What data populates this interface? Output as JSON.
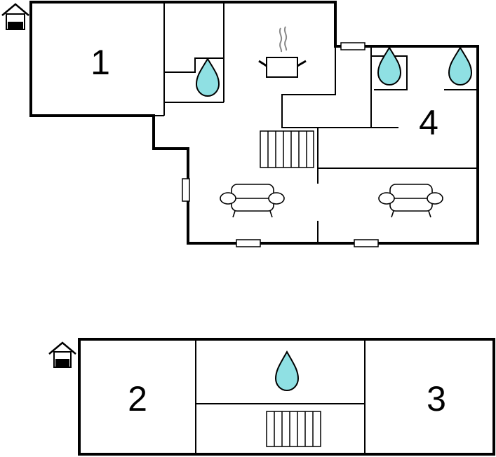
{
  "plan": {
    "rooms": [
      {
        "id": "room-1",
        "label": "1"
      },
      {
        "id": "room-4",
        "label": "4"
      },
      {
        "id": "room-2",
        "label": "2"
      },
      {
        "id": "room-3",
        "label": "3"
      }
    ],
    "icons": {
      "entrance": "house-entrance-icon",
      "bathroom": "water-drop-icon",
      "kitchen": "cooking-pot-icon",
      "stairs": "staircase-icon",
      "living": "sofa-icon",
      "window": "window-icon"
    },
    "colors": {
      "wall": "#000000",
      "water_drop": "#8fe0e3",
      "background": "#ffffff"
    }
  }
}
